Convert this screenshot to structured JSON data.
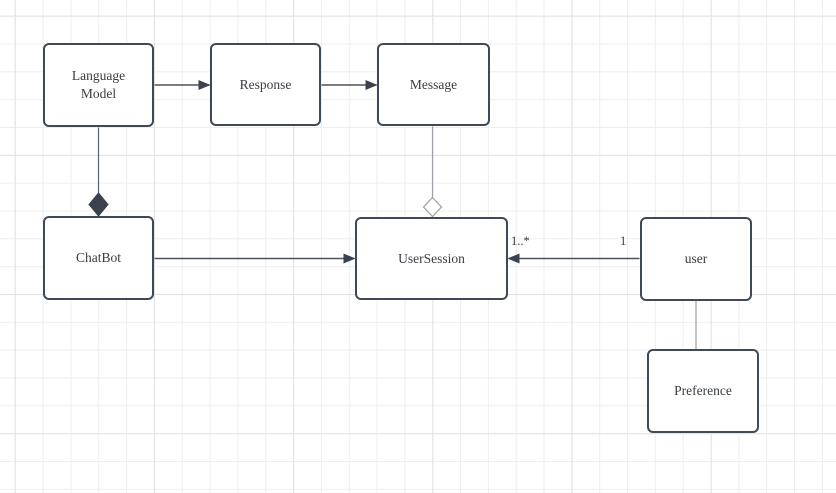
{
  "diagram_type": "uml-class-diagram",
  "nodes": [
    {
      "id": "language-model",
      "label": "Language Model"
    },
    {
      "id": "response",
      "label": "Response"
    },
    {
      "id": "message",
      "label": "Message"
    },
    {
      "id": "chatbot",
      "label": "ChatBot"
    },
    {
      "id": "user-session",
      "label": "UserSession"
    },
    {
      "id": "user",
      "label": "user"
    },
    {
      "id": "preference",
      "label": "Preference"
    }
  ],
  "edges": [
    {
      "from": "Language Model",
      "to": "Response",
      "type": "directed-arrow"
    },
    {
      "from": "Response",
      "to": "Message",
      "type": "directed-arrow"
    },
    {
      "from": "Language Model",
      "to": "ChatBot",
      "type": "composition",
      "diamond_at": "ChatBot"
    },
    {
      "from": "Message",
      "to": "UserSession",
      "type": "aggregation",
      "diamond_at": "UserSession"
    },
    {
      "from": "ChatBot",
      "to": "UserSession",
      "type": "directed-arrow"
    },
    {
      "from": "user",
      "to": "UserSession",
      "type": "directed-arrow",
      "source_multiplicity": "1",
      "target_multiplicity": "1..*"
    },
    {
      "from": "user",
      "to": "Preference",
      "type": "line"
    }
  ],
  "colors": {
    "background": "#ffffff",
    "grid_minor": "#ededed",
    "grid_major": "#e2e2e2",
    "node_fill": "#ffffff",
    "node_border": "#3e4a57",
    "node_text": "#383d42",
    "edge_dark": "#4d545e",
    "edge_mid": "#5d656f",
    "edge_light": "#9aa0a6",
    "arrowhead": "#3a424d"
  }
}
